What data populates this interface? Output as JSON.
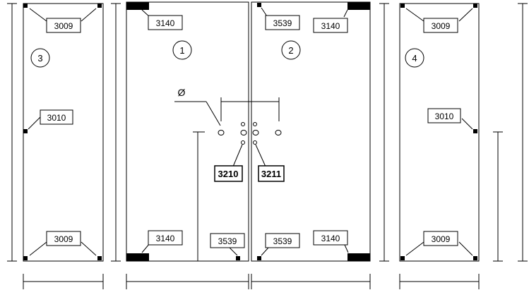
{
  "diagram": {
    "panels": [
      {
        "id": "panel-3",
        "number": "3"
      },
      {
        "id": "panel-1",
        "number": "1"
      },
      {
        "id": "panel-2",
        "number": "2"
      },
      {
        "id": "panel-4",
        "number": "4"
      }
    ],
    "part_labels": {
      "p3_top": "3009",
      "p3_mid": "3010",
      "p3_bottom": "3009",
      "p1_top": "3140",
      "p1_bottom_left": "3140",
      "p1_bottom_right": "3539",
      "p2_top_left": "3539",
      "p2_top_right": "3140",
      "p2_bottom_left": "3539",
      "p2_bottom_right": "3140",
      "p4_top": "3009",
      "p4_mid": "3010",
      "p4_bottom": "3009",
      "hole_left": "3210",
      "hole_right": "3211"
    },
    "diameter_symbol": "Ø"
  }
}
